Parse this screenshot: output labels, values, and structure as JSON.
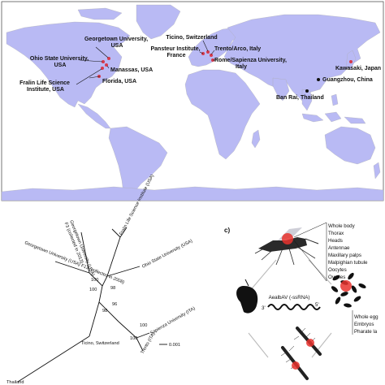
{
  "map": {
    "colors": {
      "ocean": "#ffffff",
      "land": "#b9baf4",
      "border": "#bbbbbb",
      "marker": "#d63a4b"
    },
    "locations": [
      {
        "name": "georgetown",
        "lines": [
          "Georgetown University,",
          "USA"
        ]
      },
      {
        "name": "ohio-state",
        "lines": [
          "Ohio State University,",
          "USA"
        ]
      },
      {
        "name": "manassas",
        "lines": [
          "Manassas, USA"
        ]
      },
      {
        "name": "florida",
        "lines": [
          "Florida, USA"
        ]
      },
      {
        "name": "fralin",
        "lines": [
          "Fralin Life Science",
          "Institute, USA"
        ]
      },
      {
        "name": "ticino",
        "lines": [
          "Ticino, Switzerland"
        ]
      },
      {
        "name": "pasteur",
        "lines": [
          "Pansteur Institute,",
          "France"
        ]
      },
      {
        "name": "trento",
        "lines": [
          "Trento/Arco, Italy"
        ]
      },
      {
        "name": "rome",
        "lines": [
          "Rome/Sapienza University,",
          "Italy"
        ]
      },
      {
        "name": "kawasaki",
        "lines": [
          "Kawasaki, Japan"
        ]
      },
      {
        "name": "guangzhou",
        "lines": [
          "Guangzhou, China"
        ]
      },
      {
        "name": "ban-rai",
        "lines": [
          "Ban Rai, Thailand"
        ]
      }
    ]
  },
  "tree": {
    "scale_label": "0.001",
    "bootstraps": [
      "100",
      "100",
      "98",
      "96",
      "98",
      "100",
      "100"
    ],
    "leaves": {
      "georgetown_f13": "Georgetown University (USA) F13 (collected in 2008)",
      "georgetown_f_top": "Georgetown University (USA)",
      "georgetown_f_top_sub": "F3 (collected in 2013)",
      "fralin": "Fralin Life Science Institute (USA)",
      "ohio": "Ohio State University (USA)",
      "ticino": "Ticino, Switzerland",
      "sapienza": "Sapienza University (ITA)",
      "trento": "Trento (ITA)",
      "thailand": "Thailand"
    }
  },
  "cycle": {
    "panel_label": "c)",
    "virus_label": "AealbAV (-ssRNA)",
    "five_prime": "5'",
    "three_prime": "3'",
    "adult_tissues": [
      "Whole body",
      "Thorax",
      "Heads",
      "Antennae",
      "Maxillary palps",
      "Malpighian tubule",
      "Oocytes",
      "Ovaries"
    ],
    "egg_stages": [
      "Whole egg",
      "Embryos",
      "Pharate la"
    ]
  }
}
